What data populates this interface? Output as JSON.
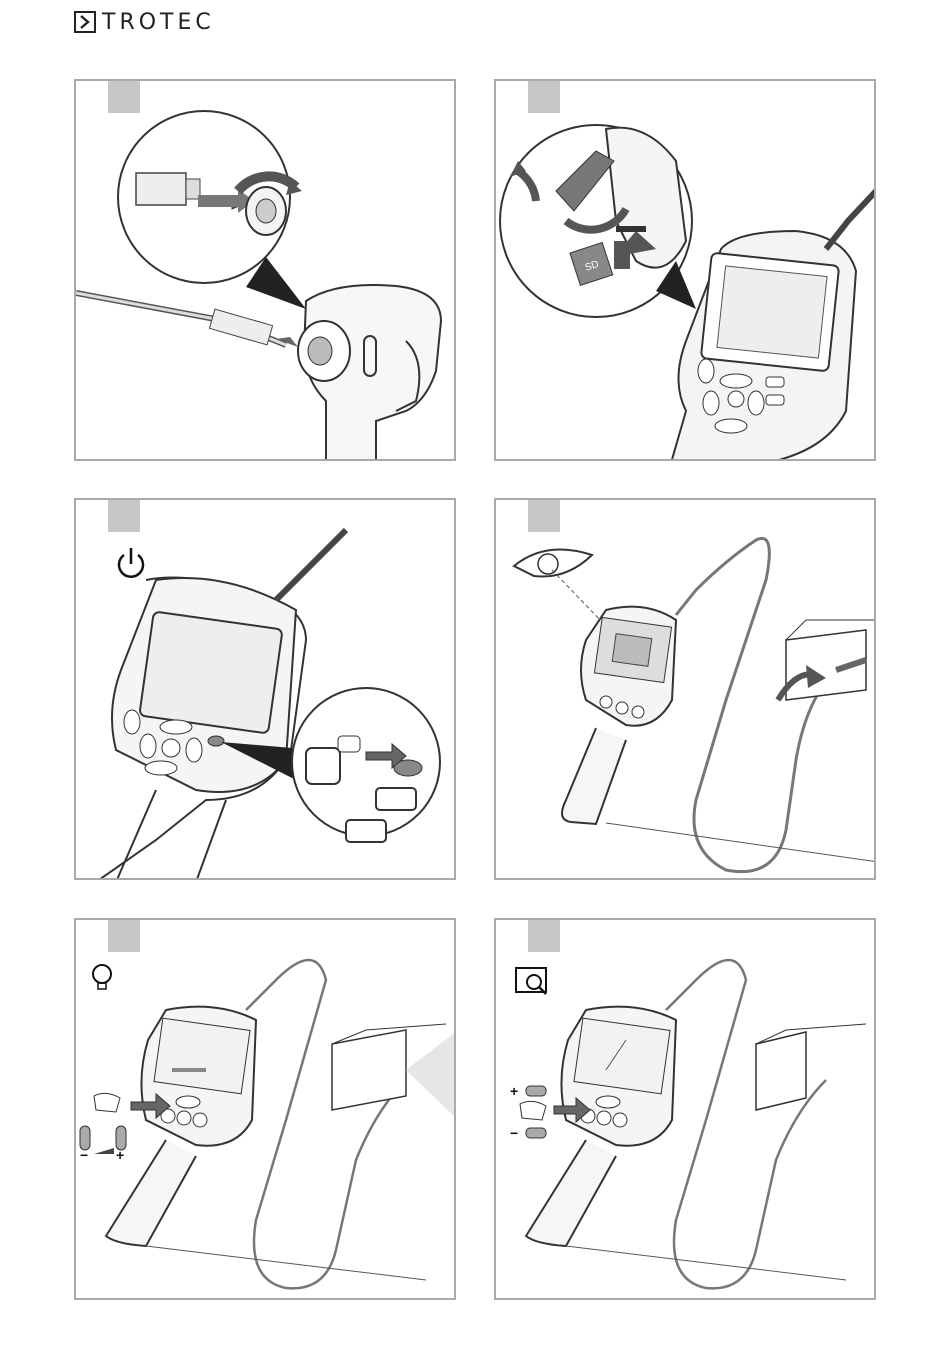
{
  "brand": {
    "name": "TROTEC"
  },
  "panels": [
    {
      "id": "connect-probe"
    },
    {
      "id": "insert-sd-card",
      "card_label": "SD"
    },
    {
      "id": "power-on",
      "icon": "power-icon"
    },
    {
      "id": "view-display",
      "icon": "eye-icon"
    },
    {
      "id": "adjust-light",
      "icon": "light-bulb-icon",
      "minus": "−",
      "plus": "+"
    },
    {
      "id": "zoom",
      "icon": "zoom-icon",
      "plus": "+",
      "minus": "−"
    }
  ]
}
